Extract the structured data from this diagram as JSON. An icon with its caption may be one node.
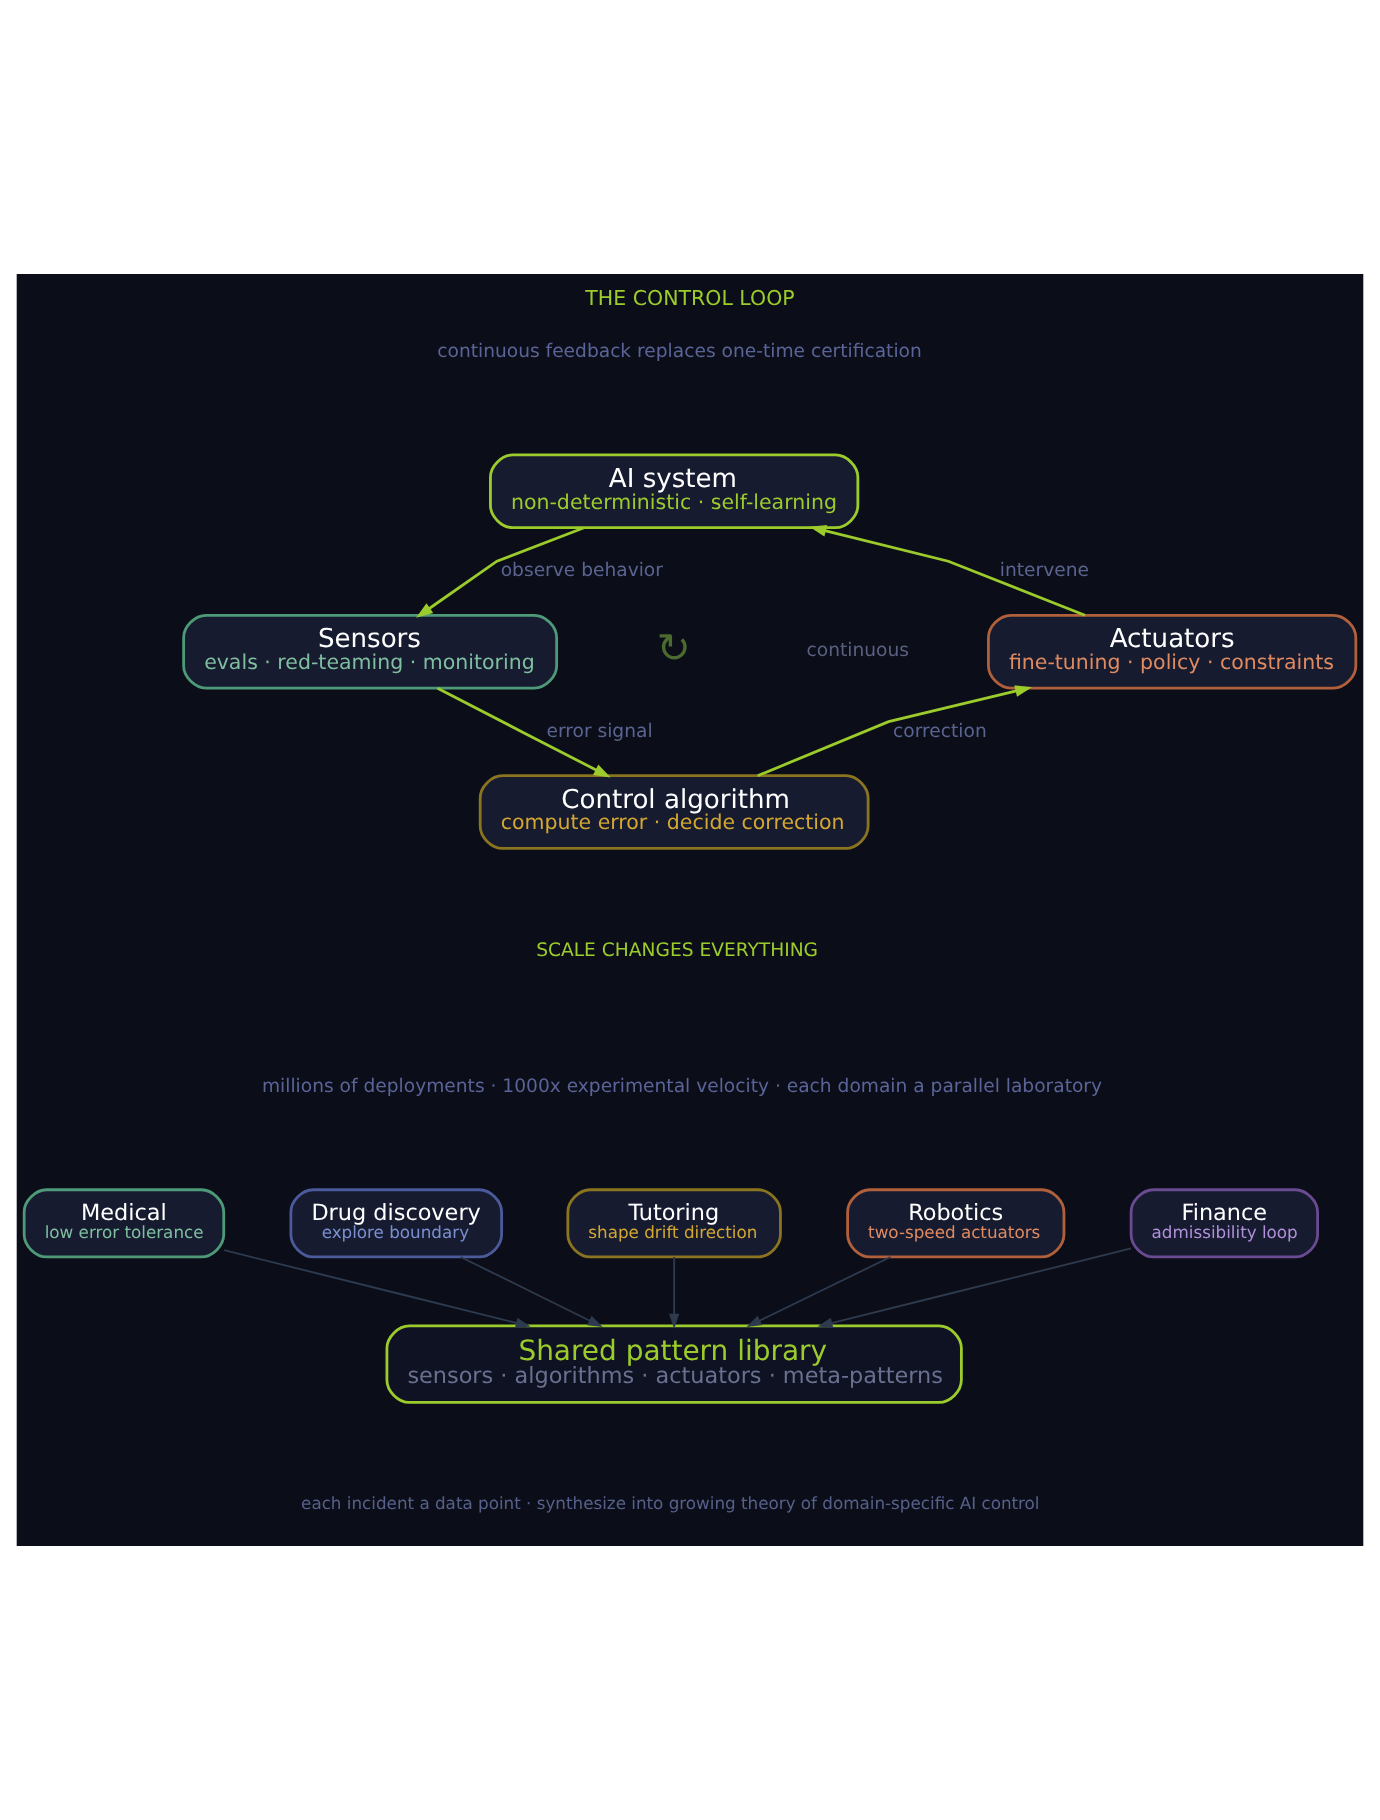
{
  "diagram": {
    "title": "THE CONTROL LOOP",
    "nodes": [
      {
        "text": [
          "AI system",
          "non-deterministic · self-learning"
        ]
      },
      {
        "text": [
          "Sensors",
          "evals · red-teaming · monitoring"
        ]
      },
      {
        "text": [
          "Actuators",
          "fine-tuning · policy · constraints"
        ]
      },
      {
        "text": [
          "Control algorithm",
          "compute error · decide correction"
        ]
      },
      {
        "text": [
          "Medical",
          "low error tolerance"
        ]
      },
      {
        "text": [
          "Drug discovery",
          "explore boundary"
        ]
      },
      {
        "text": [
          "Tutoring",
          "shape drift direction"
        ]
      },
      {
        "text": [
          "Robotics",
          "two-speed actuators"
        ]
      },
      {
        "text": [
          "Finance",
          "admissibility loop"
        ]
      },
      {
        "text": [
          "Shared pattern library",
          "sensors · algorithms · actuators · meta-patterns"
        ]
      }
    ],
    "edges": [
      {
        "from": 0,
        "to": 1,
        "arrow": "to",
        "label": "observe behavior",
        "color": "#9ccc2c"
      },
      {
        "from": 1,
        "to": 3,
        "arrow": "to",
        "label": "error signal",
        "color": "#9ccc2c"
      },
      {
        "from": 3,
        "to": 2,
        "arrow": "to",
        "label": "correction",
        "color": "#9ccc2c"
      },
      {
        "from": 2,
        "to": 0,
        "arrow": "to",
        "label": "intervene",
        "color": "#9ccc2c"
      },
      {
        "from": 4,
        "to": 9,
        "arrow": "to"
      },
      {
        "from": 5,
        "to": 9,
        "arrow": "to"
      },
      {
        "from": 6,
        "to": 9,
        "arrow": "to"
      },
      {
        "from": 7,
        "to": 9,
        "arrow": "to"
      },
      {
        "from": 8,
        "to": 9,
        "arrow": "to"
      }
    ],
    "labels": [
      "continuous feedback replaces one-time certification",
      "↻",
      "continuous",
      "SCALE CHANGES EVERYTHING",
      "millions of deployments · 1000x experimental velocity · each domain a parallel laboratory",
      "each incident a data point · synthesize into growing theory of domain-specific AI control"
    ]
  }
}
